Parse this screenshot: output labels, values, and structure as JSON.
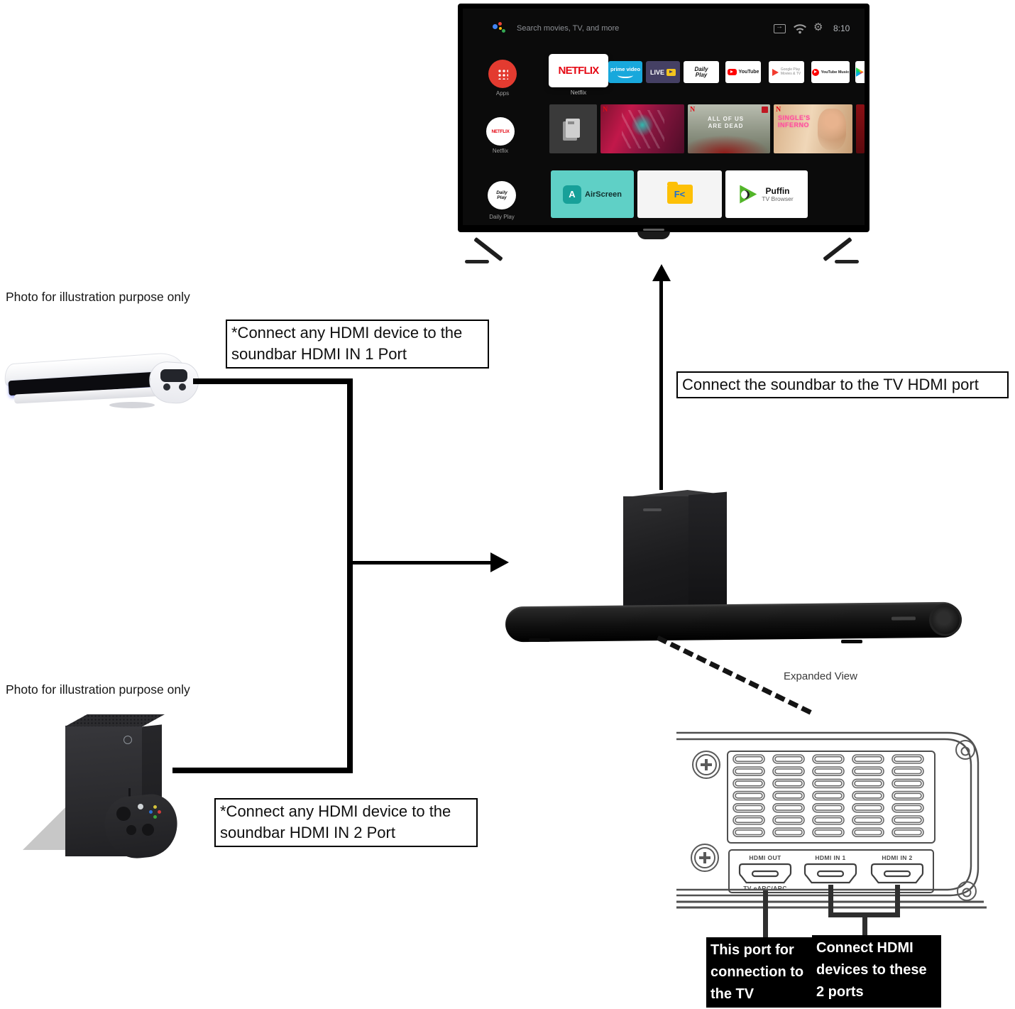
{
  "tv": {
    "topbar": {
      "search": "Search movies, TV, and more",
      "time": "8:10",
      "icons": [
        "assistant-icon",
        "input-icon",
        "wifi-icon",
        "gear-icon"
      ]
    },
    "rail": {
      "apps": "Apps",
      "netflix": "Netflix",
      "daily_play": "Daily Play"
    },
    "row_apps": {
      "focused": {
        "logo": "NETFLIX",
        "label": "Netflix"
      },
      "prime": "prime video",
      "live": "LIVE",
      "daily": "Daily\nPlay",
      "youtube": "YouTube",
      "gp_movies": "Google Play\nMovies & TV",
      "yt_music": "YouTube Music"
    },
    "row_content": {
      "netflix_logo": "NETFLIX",
      "aouad_title": "ALL OF US\nARE DEAD",
      "singles_title": "SINGLE'S\nINFERNO"
    },
    "row_bottom": {
      "airscreen": {
        "icon_letter": "A",
        "name": "AirScreen"
      },
      "fx": {
        "icon_text": "F<"
      },
      "puffin": {
        "title": "Puffin",
        "subtitle": "TV Browser"
      }
    }
  },
  "notes": {
    "photo_top": "Photo for illustration purpose only",
    "photo_bottom": "Photo for illustration purpose only",
    "expanded": "Expanded View"
  },
  "callouts": {
    "in1": "*Connect any HDMI device to the\nsoundbar HDMI IN 1 Port",
    "tv": "Connect the soundbar to the TV HDMI port",
    "in2": "*Connect any HDMI device to the\nsoundbar HDMI IN 2 Port"
  },
  "labels": {
    "port_tv": "This port for\nconnection to\nthe TV",
    "port_devices": "Connect HDMI\ndevices to these\n2 ports"
  },
  "rear_panel": {
    "hdmi_out": "HDMI OUT",
    "earc": "TV eARC/ARC",
    "hdmi_in_1": "HDMI IN 1",
    "hdmi_in_2": "HDMI IN 2"
  },
  "colors": {
    "netflix_red": "#e50914",
    "apps_red": "#e33b30",
    "prime_blue": "#18a8dc",
    "live_bg": "#454064",
    "airscreen_teal": "#5fd0c6",
    "folder_yellow": "#fdc007",
    "panel_line": "#4f4f4f"
  }
}
